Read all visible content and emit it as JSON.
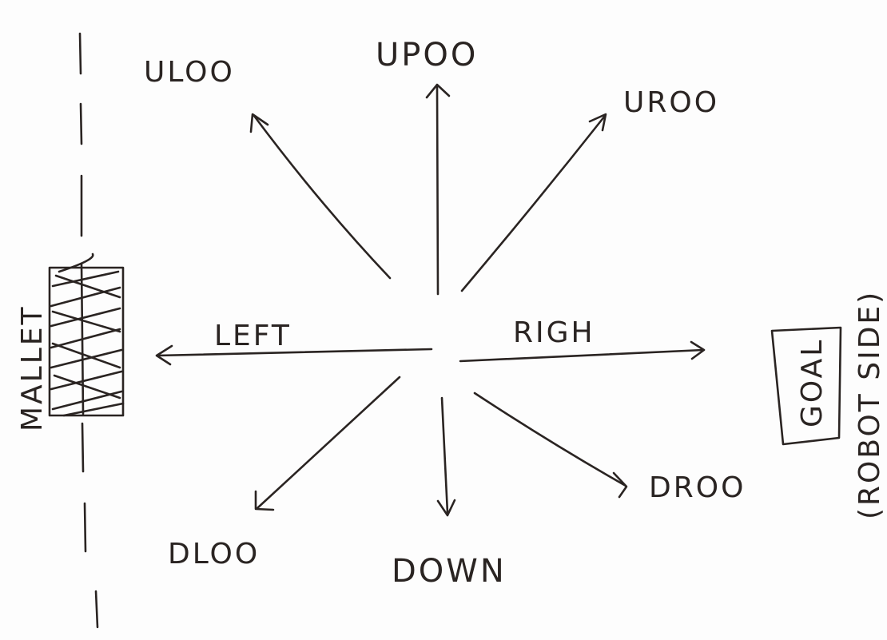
{
  "labels": {
    "upoo": "UPOO",
    "uloo": "ULOO",
    "uroo": "UROO",
    "left": "LEFT",
    "right": "RIGH",
    "dloo": "DLOO",
    "down": "DOWN",
    "droo": "DROO",
    "mallet": "MALLET",
    "goal": "GOAL",
    "robot_side": "(ROBOT SIDE)"
  },
  "colors": {
    "ink": "#2a2422",
    "background": "#fdfdfd"
  }
}
